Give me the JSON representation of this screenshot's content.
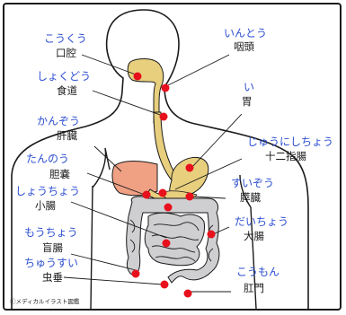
{
  "organs": [
    {
      "id": "mouth",
      "furigana": "こうくう",
      "name": "口腔"
    },
    {
      "id": "pharynx",
      "furigana": "いんとう",
      "name": "咽頭"
    },
    {
      "id": "esophagus",
      "furigana": "しょくどう",
      "name": "食道"
    },
    {
      "id": "stomach",
      "furigana": "い",
      "name": "胃"
    },
    {
      "id": "liver",
      "furigana": "かんぞう",
      "name": "肝臓"
    },
    {
      "id": "duodenum",
      "furigana": "じゅうにしちょう",
      "name": "十二指腸"
    },
    {
      "id": "gallbladder",
      "furigana": "たんのう",
      "name": "胆嚢"
    },
    {
      "id": "pancreas",
      "furigana": "すいぞう",
      "name": "膵臓"
    },
    {
      "id": "small_intestine",
      "furigana": "しょうちょう",
      "name": "小腸"
    },
    {
      "id": "large_intestine",
      "furigana": "だいちょう",
      "name": "大腸"
    },
    {
      "id": "cecum",
      "furigana": "もうちょう",
      "name": "盲腸"
    },
    {
      "id": "appendix",
      "furigana": "ちゅうすい",
      "name": "虫垂"
    },
    {
      "id": "anus",
      "furigana": "こうもん",
      "name": "肛門"
    }
  ],
  "credit": "ⓒメディカルイラスト図鑑",
  "colors": {
    "label_furigana": "#2d4fd1",
    "marker": "#e8101c",
    "digestive_tract": "#e8cf7e",
    "liver": "#f0a184",
    "intestines": "#cfcfd2"
  }
}
